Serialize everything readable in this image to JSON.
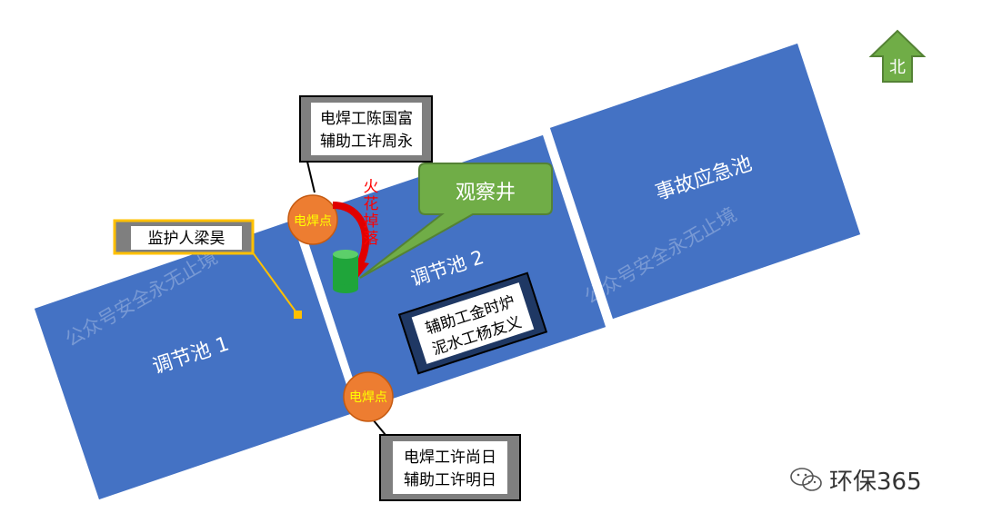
{
  "diagram": {
    "north_label": "北",
    "pools": {
      "pool1": "调节池 1",
      "pool2": "调节池 2",
      "emergency": "事故应急池"
    },
    "watermark_text": "公众号安全永无止境",
    "welding_point_label": "电焊点",
    "spark_label": "火花掉落",
    "callout_label": "观察井",
    "supervisor_label": "监护人梁昊",
    "worker_box_top": [
      "电焊工陈国富",
      "辅助工许周永"
    ],
    "worker_box_bottom": [
      "电焊工许尚日",
      "辅助工许明日"
    ],
    "worker_box_middle": [
      "辅助工金时炉",
      "泥水工杨友义"
    ],
    "brand": "环保365",
    "colors": {
      "pool_fill": "#4472c4",
      "welding_point": "#ed7d31",
      "spark_text": "#ff0000",
      "callout_fill": "#70ad47",
      "well": "#1fa53a",
      "north_arrow": "#70ad47",
      "supervisor_line": "#ffc000"
    }
  }
}
